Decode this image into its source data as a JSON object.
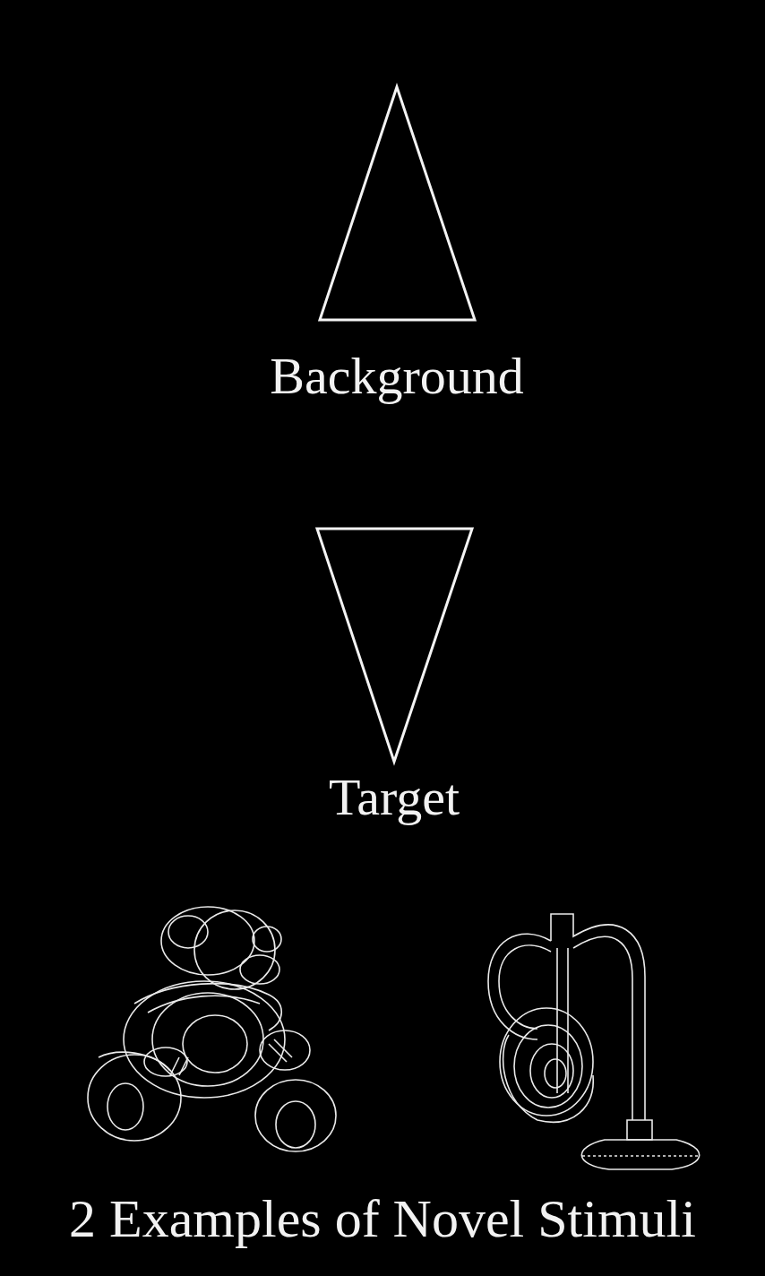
{
  "diagram": {
    "caption": "2 Examples of Novel Stimuli",
    "labels": [
      "Background",
      "Target"
    ]
  }
}
